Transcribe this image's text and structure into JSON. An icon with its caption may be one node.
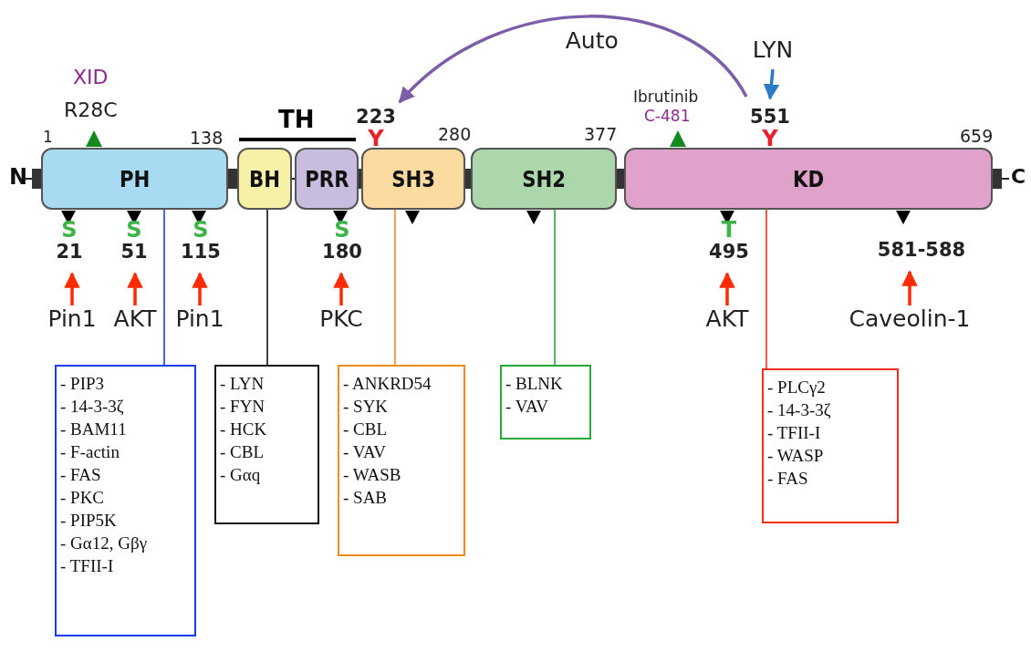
{
  "diagram": {
    "nodes": [
      {
        "text": [
          "PH"
        ]
      },
      {
        "text": [
          "BH"
        ]
      },
      {
        "text": [
          "PRR"
        ]
      },
      {
        "text": [
          "SH3"
        ]
      },
      {
        "text": [
          "SH2"
        ]
      },
      {
        "text": [
          "KD"
        ]
      },
      {
        "text": [
          "223",
          "Y"
        ]
      },
      {
        "text": [
          "551",
          "Y"
        ]
      },
      {
        "text": [
          "LYN"
        ]
      },
      {
        "text": [
          "S",
          "21"
        ]
      },
      {
        "text": [
          "S",
          "51"
        ]
      },
      {
        "text": [
          "S",
          "115"
        ]
      },
      {
        "text": [
          "S",
          "180"
        ]
      },
      {
        "text": [
          "T",
          "495"
        ]
      },
      {
        "text": [
          "581-588"
        ]
      },
      {
        "text": [
          "Pin1"
        ]
      },
      {
        "text": [
          "AKT"
        ]
      },
      {
        "text": [
          "Pin1"
        ]
      },
      {
        "text": [
          "PKC"
        ]
      },
      {
        "text": [
          "AKT"
        ]
      },
      {
        "text": [
          "Caveolin-1"
        ]
      },
      {
        "text": [
          "- PIP3",
          "- 14-3-3ζ",
          "- BAM11",
          "- F-actin",
          "- FAS",
          "- PKC",
          "- PIP5K",
          "- Gα12, Gβγ",
          "- TFII-I"
        ]
      },
      {
        "text": [
          "- LYN",
          "- FYN",
          "- HCK",
          "- CBL",
          "- Gαq"
        ]
      },
      {
        "text": [
          "- ANKRD54",
          "- SYK",
          "- CBL",
          "- VAV",
          "- WASB",
          "- SAB"
        ]
      },
      {
        "text": [
          "- BLNK",
          "- VAV"
        ]
      },
      {
        "text": [
          "- PLCγ2",
          "- 14-3-3ζ",
          "- TFII-I",
          "- WASP",
          "- FAS"
        ]
      }
    ],
    "edges": [
      {
        "from": 7,
        "to": 6,
        "arrow": "to",
        "label": "Auto",
        "color": "#7b5ea7"
      },
      {
        "from": 8,
        "to": 7,
        "arrow": "to",
        "color": "#2b7bc7"
      },
      {
        "from": 15,
        "to": 9,
        "arrow": "to",
        "color": "#ff2a00"
      },
      {
        "from": 16,
        "to": 10,
        "arrow": "to",
        "color": "#ff2a00"
      },
      {
        "from": 17,
        "to": 11,
        "arrow": "to",
        "color": "#ff2a00"
      },
      {
        "from": 18,
        "to": 12,
        "arrow": "to",
        "color": "#ff2a00"
      },
      {
        "from": 19,
        "to": 13,
        "arrow": "to",
        "color": "#ff2a00"
      },
      {
        "from": 20,
        "to": 14,
        "arrow": "to",
        "color": "#ff2a00"
      },
      {
        "from": 21,
        "to": 0,
        "arrow": "none",
        "color": "#1a3cf0"
      },
      {
        "from": 22,
        "to": 1,
        "arrow": "none",
        "color": "#111111"
      },
      {
        "from": 23,
        "to": 3,
        "arrow": "none",
        "color": "#f08c1c"
      },
      {
        "from": 24,
        "to": 4,
        "arrow": "none",
        "color": "#27a83a"
      },
      {
        "from": 25,
        "to": 5,
        "arrow": "none",
        "color": "#f0301c"
      }
    ],
    "labels": [
      "XID",
      "R28C",
      "Ibrutinib",
      "C-481",
      "TH",
      "1",
      "138",
      "280",
      "377",
      "659",
      "N",
      "C"
    ]
  }
}
